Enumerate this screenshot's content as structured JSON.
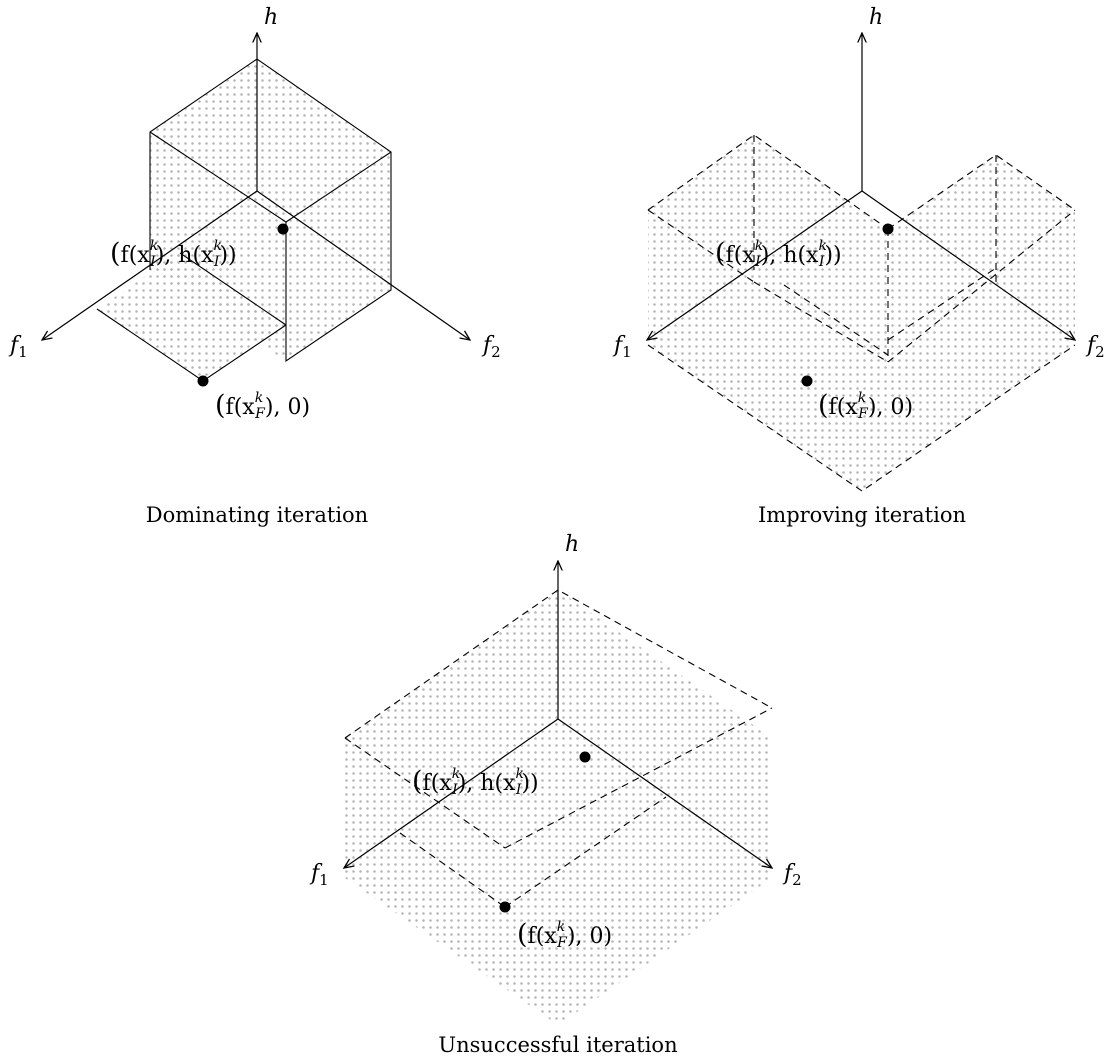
{
  "axis_labels": {
    "h": "h",
    "f1": "f",
    "f1_sub": "1",
    "f2": "f",
    "f2_sub": "2"
  },
  "point_labels": {
    "infeasible": {
      "open": "(",
      "fn": "f(x",
      "sup": "k",
      "sub": "I",
      "mid": "), h(x",
      "sup2": "k",
      "sub2": "I",
      "close": "))"
    },
    "feasible": {
      "open": "(",
      "fn": "f(x",
      "sup": "k",
      "sub": "F",
      "close": "), 0)"
    }
  },
  "panels": [
    {
      "caption": "Dominating iteration"
    },
    {
      "caption": "Improving iteration"
    },
    {
      "caption": "Unsuccessful iteration"
    }
  ],
  "colors": {
    "stroke": "#000000",
    "dots": "#b3b3b3"
  }
}
